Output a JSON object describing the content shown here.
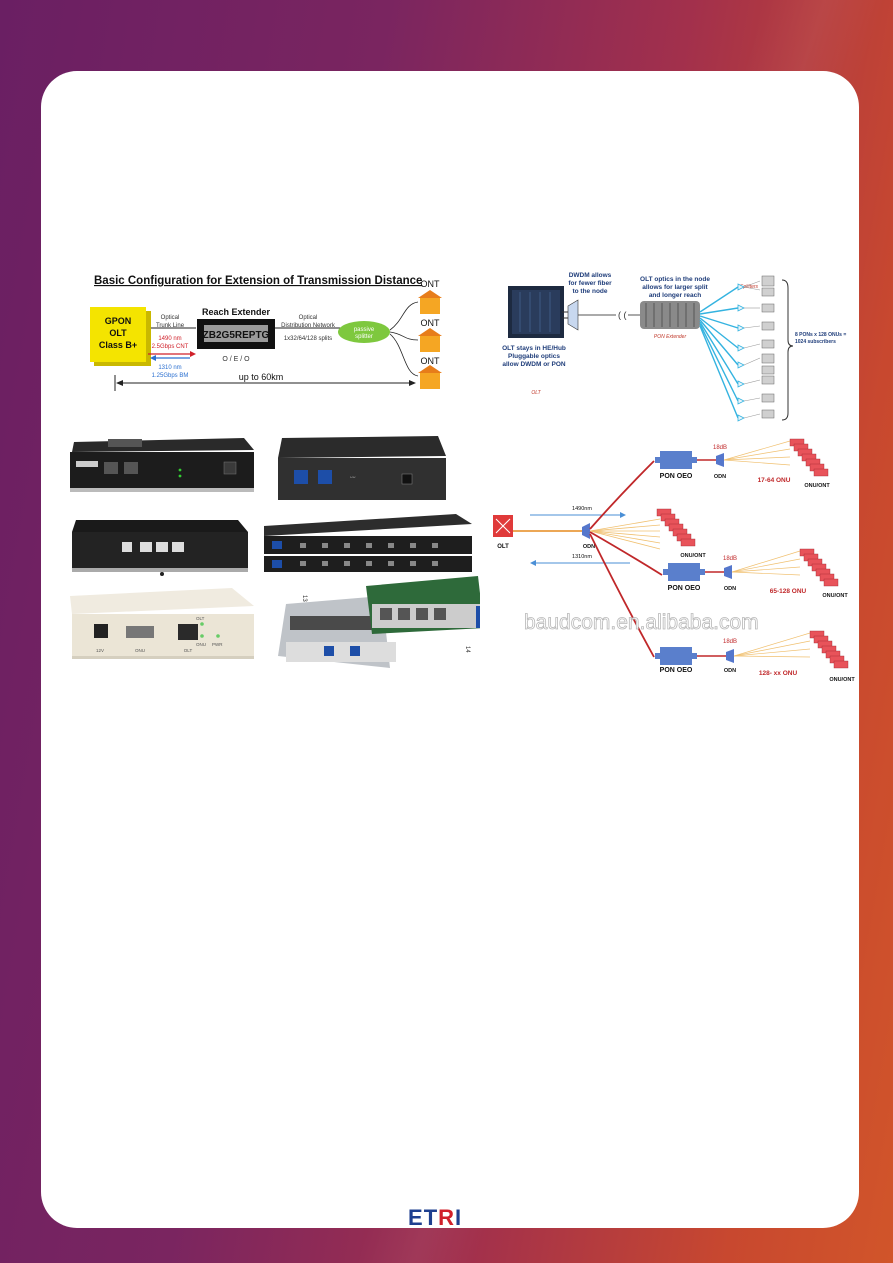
{
  "footer": {
    "logo_text": "ETRI",
    "logo_accent_letter": "R",
    "brand_blue": "#1e3f8f",
    "brand_red": "#d0202a"
  },
  "diagram_left": {
    "title": "Basic Configuration for Extension of Transmission Distance",
    "olt_label_1": "GPON",
    "olt_label_2": "OLT",
    "olt_label_3": "Class B+",
    "trunk_label_1": "Optical",
    "trunk_label_2": "Trunk Line",
    "down_wavelength": "1490 nm",
    "down_rate": "2.5Gbps CNT",
    "up_wavelength": "1310 nm",
    "up_rate": "1.25Gbps BM",
    "extender_title": "Reach Extender",
    "extender_model": "ZB2G5REPTG",
    "extender_type": "O / E / O",
    "odn_label_1": "Optical",
    "odn_label_2": "Distribution Network",
    "splits": "1x32/64/128 splits",
    "splitter_label_1": "passive",
    "splitter_label_2": "splitter",
    "ont_labels": [
      "ONT",
      "ONT",
      "ONT"
    ],
    "distance": "up to 60km"
  },
  "diagram_right": {
    "dwdm_note_1": "DWDM allows",
    "dwdm_note_2": "for fewer fiber",
    "dwdm_note_3": "to the node",
    "node_note_1": "OLT optics in the node",
    "node_note_2": "allows for larger split",
    "node_note_3": "and longer reach",
    "splitters_label": "Splitters",
    "pon_extender_label": "PON Extender",
    "olt_note_1": "OLT stays in HE/Hub",
    "olt_note_2": "Pluggable optics",
    "olt_note_3": "allow DWDM or PON",
    "olt_caption": "OLT",
    "pons_note_1": "8 PONs x 128 ONUs =",
    "pons_note_2": "1024 subscribers"
  },
  "diagram_pon": {
    "olt_label": "OLT",
    "odn_label": "ODN",
    "down_wavelength": "1490nm",
    "up_wavelength": "1310nm",
    "oeo_label": "PON OEO",
    "loss_label": "18dB",
    "group_1": "17-64 ONU",
    "group_2": "65-128 ONU",
    "group_3": "128- xx ONU",
    "onu_ont_label": "ONU/ONT",
    "watermark": "baudcom.en.alibaba.com"
  },
  "devices": {
    "card_label_a": "13",
    "card_label_b": "14",
    "box_port_labels": [
      "12V",
      "ONU",
      "OLT"
    ],
    "box_led_labels": [
      "OLT",
      "ONU",
      "PWR"
    ]
  }
}
